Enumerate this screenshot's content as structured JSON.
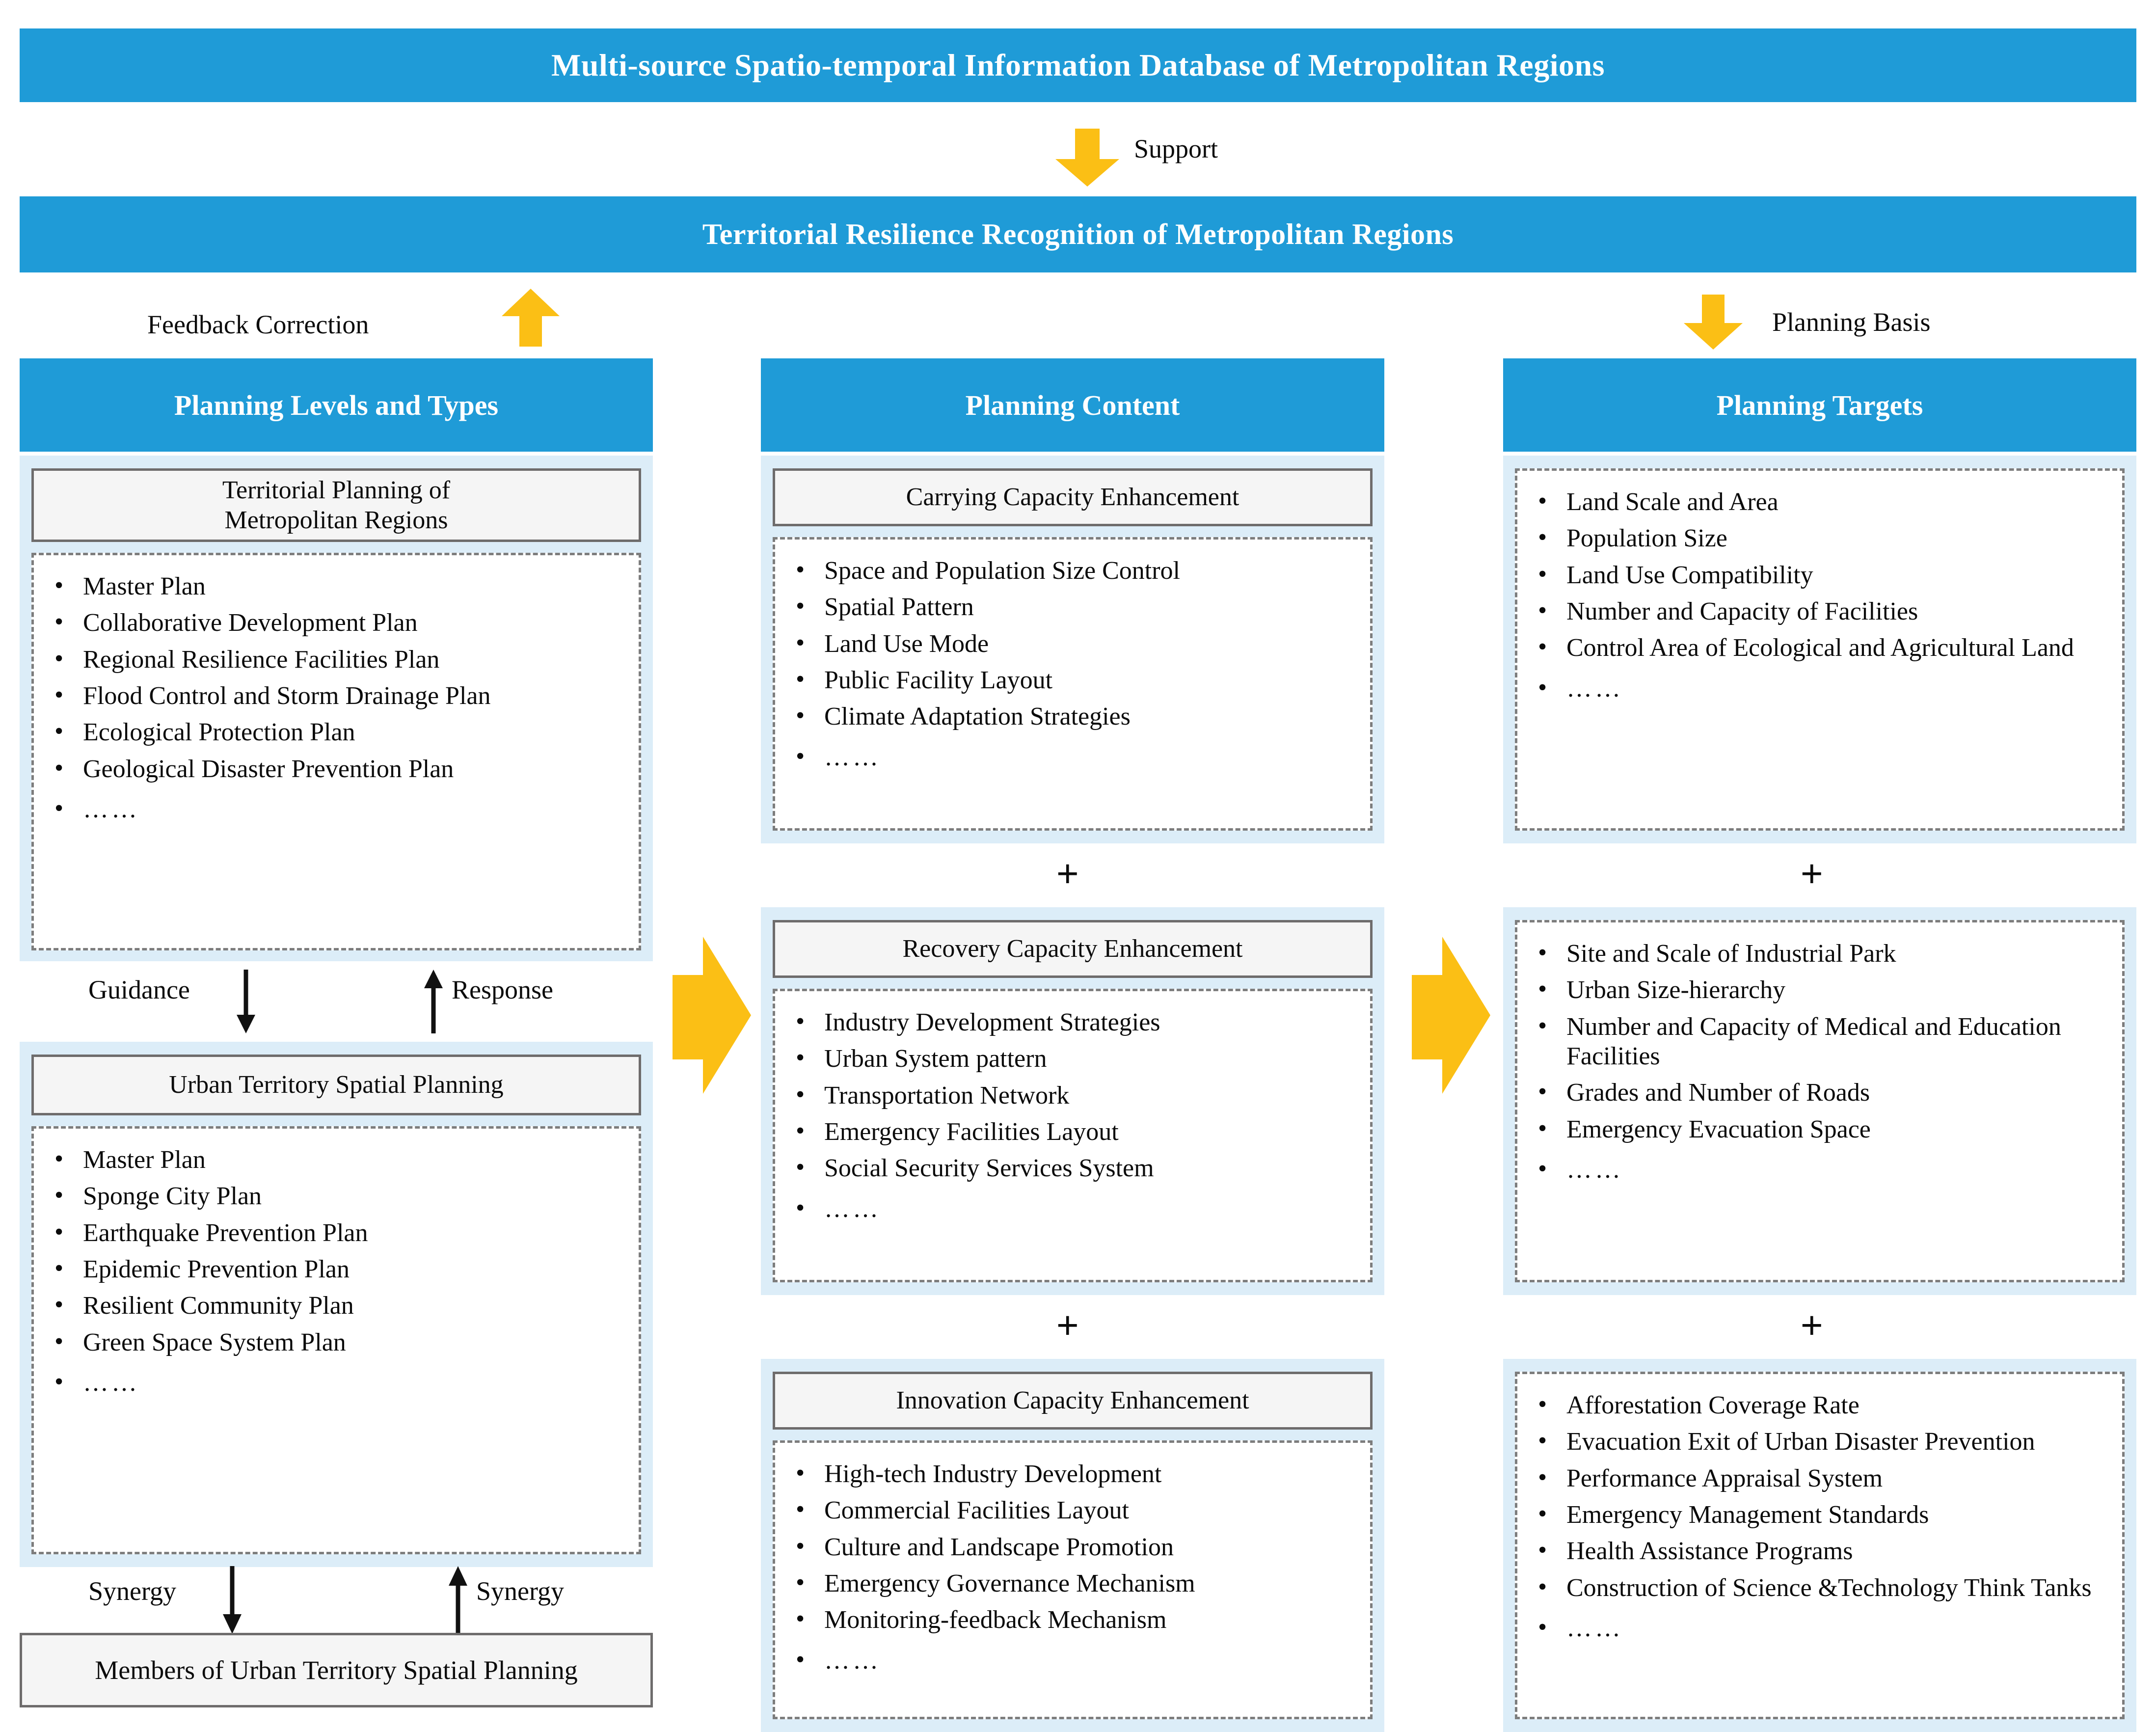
{
  "top_banners": {
    "database": "Multi-source Spatio-temporal Information Database of Metropolitan Regions",
    "recognition": "Territorial Resilience Recognition of Metropolitan Regions"
  },
  "flow_labels": {
    "support": "Support",
    "planning_basis": "Planning Basis",
    "feedback_correction": "Feedback Correction",
    "guidance": "Guidance",
    "response": "Response",
    "synergy_down": "Synergy",
    "synergy_up": "Synergy"
  },
  "plus_symbol": "+",
  "colors": {
    "header_blue": "#1F9BD7",
    "panel_blue": "#DCEDF8",
    "arrow_yellow": "#FBBF15",
    "frame_grey": "#6E6C6C",
    "dash_grey": "#7D7D7D"
  },
  "columns": [
    {
      "header": "Planning Levels and Types",
      "groups": [
        {
          "title": "Territorial  Planning of\nMetropolitan Regions",
          "items": [
            "Master Plan",
            "Collaborative Development Plan",
            "Regional Resilience Facilities Plan",
            "Flood Control and Storm Drainage Plan",
            "Ecological Protection Plan",
            "Geological Disaster Prevention Plan",
            "……"
          ]
        },
        {
          "title": "Urban Territory Spatial Planning",
          "items": [
            "Master Plan",
            "Sponge City Plan",
            "Earthquake Prevention Plan",
            "Epidemic Prevention Plan",
            "Resilient Community Plan",
            "Green Space System Plan",
            "……"
          ]
        }
      ],
      "footer_box": "Members of Urban Territory Spatial Planning"
    },
    {
      "header": "Planning Content",
      "groups": [
        {
          "title": "Carrying Capacity Enhancement",
          "items": [
            "Space and Population Size Control",
            "Spatial Pattern",
            "Land Use Mode",
            "Public Facility Layout",
            "Climate Adaptation Strategies",
            "……"
          ]
        },
        {
          "title": "Recovery Capacity Enhancement",
          "items": [
            "Industry Development Strategies",
            "Urban System pattern",
            "Transportation Network",
            "Emergency Facilities Layout",
            "Social Security Services System",
            "……"
          ]
        },
        {
          "title": "Innovation Capacity Enhancement",
          "items": [
            "High-tech Industry Development",
            "Commercial Facilities Layout",
            "Culture and Landscape Promotion",
            "Emergency Governance Mechanism",
            "Monitoring-feedback Mechanism",
            "……"
          ]
        }
      ]
    },
    {
      "header": "Planning  Targets",
      "groups": [
        {
          "title": null,
          "items": [
            "Land Scale and Area",
            "Population Size",
            "Land Use Compatibility",
            "Number and Capacity of Facilities",
            "Control Area of Ecological and Agricultural Land",
            "……"
          ]
        },
        {
          "title": null,
          "items": [
            "Site and Scale of Industrial Park",
            "Urban Size-hierarchy",
            "Number and Capacity of Medical and Education Facilities",
            "Grades and Number of Roads",
            "Emergency Evacuation Space",
            "……"
          ]
        },
        {
          "title": null,
          "items": [
            "Afforestation Coverage Rate",
            "Evacuation Exit of Urban Disaster Prevention",
            "Performance Appraisal System",
            "Emergency Management Standards",
            "Health Assistance Programs",
            "Construction of Science &Technology Think Tanks",
            "……"
          ]
        }
      ]
    }
  ]
}
